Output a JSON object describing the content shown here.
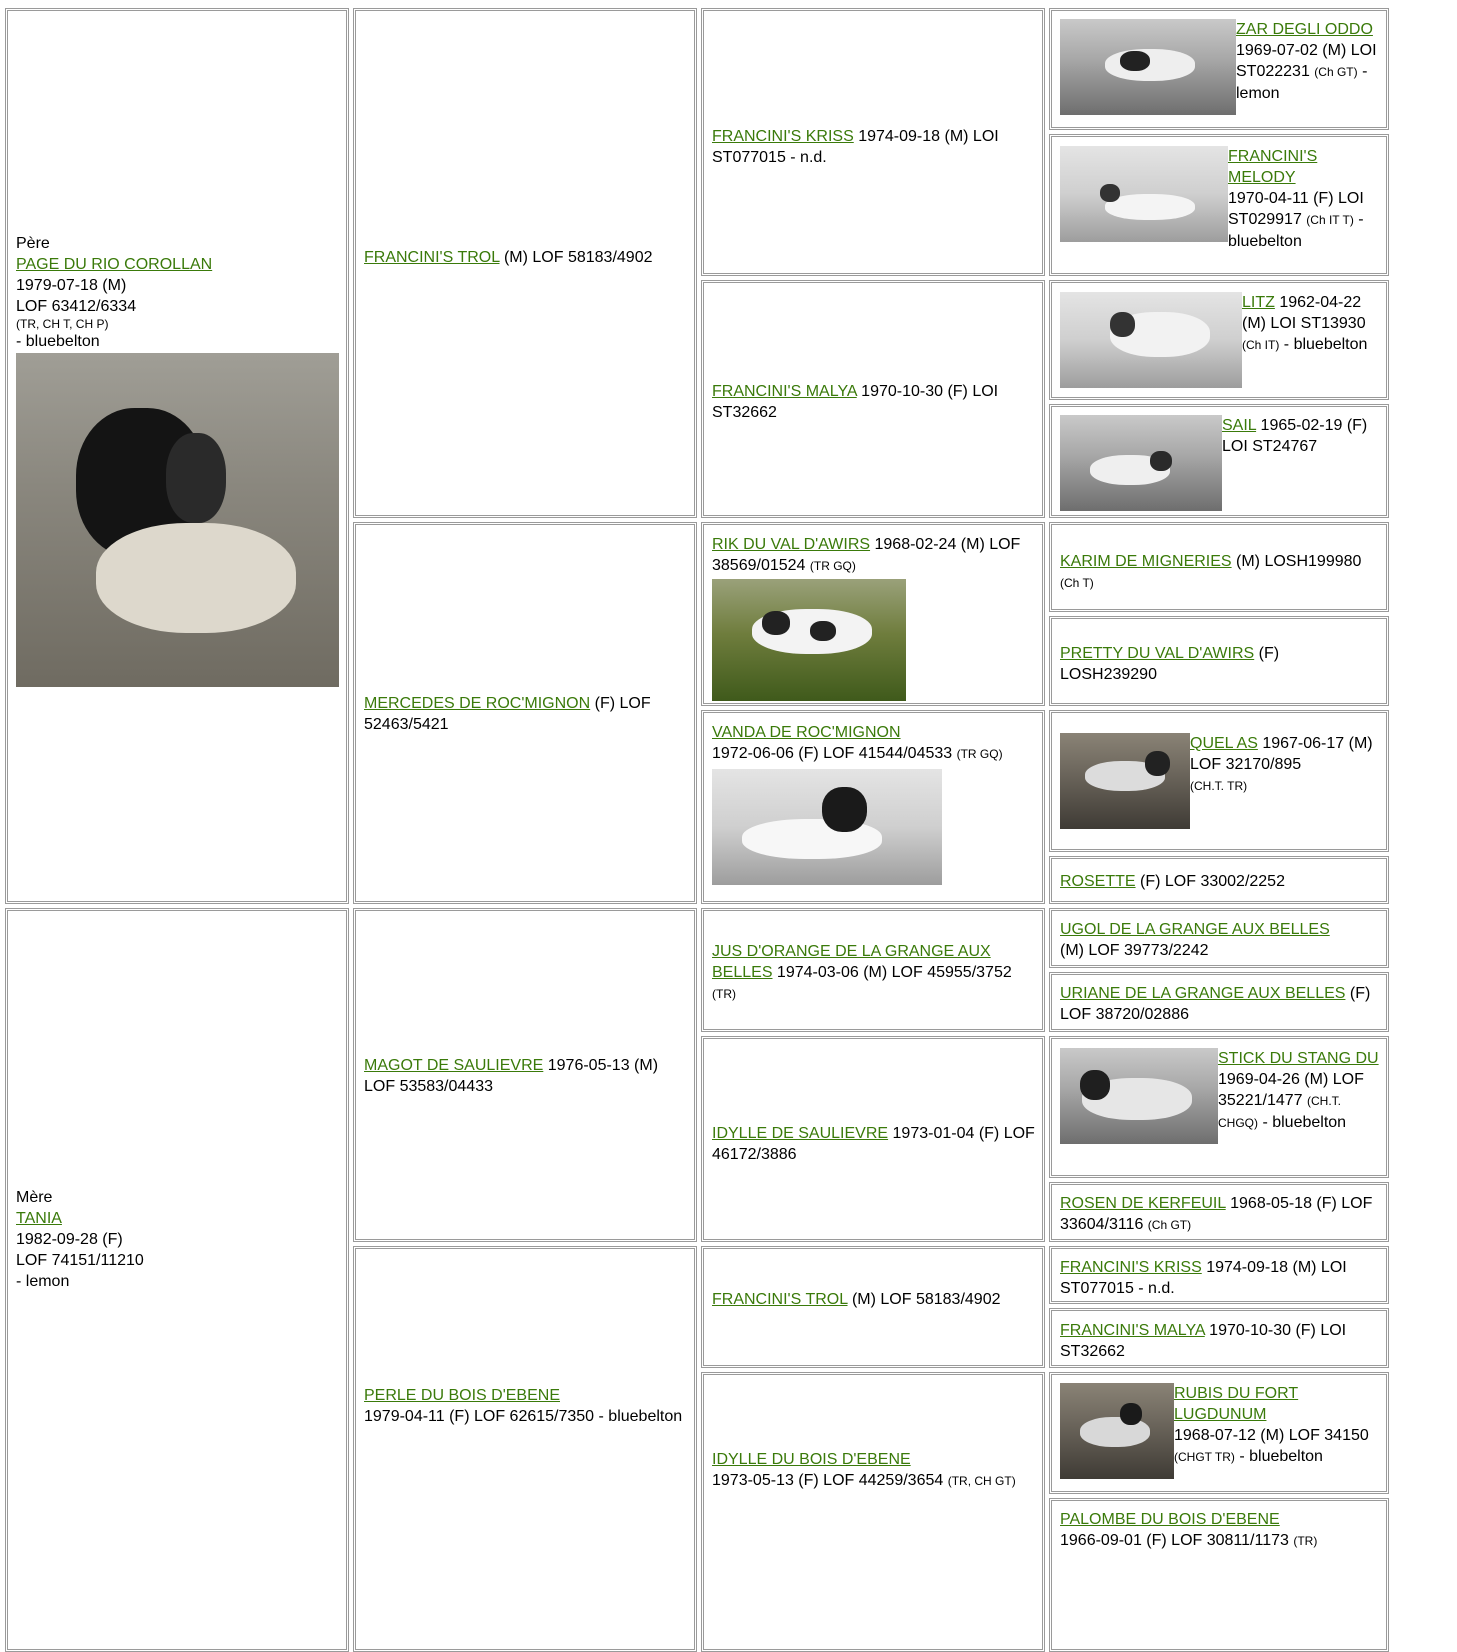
{
  "c1": {
    "role": "Père",
    "name": "PAGE DU RIO COROLLAN",
    "date": "1979-07-18 (M)",
    "reg": "LOF 63412/6334",
    "titles": "(TR, CH T, CH P)",
    "color": "- bluebelton"
  },
  "c2": {
    "name": "FRANCINI'S TROL",
    "info": " (M) LOF 58183/4902"
  },
  "c3": {
    "name": "FRANCINI'S KRISS",
    "info": " 1974-09-18 (M) LOI ST077015 - n.d."
  },
  "c4": {
    "name": "ZAR DEGLI ODDO",
    "info": "1969-07-02 (M) LOI ST022231 ",
    "titles": "(Ch GT)",
    "color": " - lemon"
  },
  "c5": {
    "name": "FRANCINI'S MELODY",
    "info": "1970-04-11 (F) LOI ST029917 ",
    "titles": "(Ch IT T)",
    "color": " - bluebelton"
  },
  "c6": {
    "name": "FRANCINI'S MALYA",
    "info": " 1970-10-30 (F) LOI ST32662"
  },
  "c7": {
    "name": "LITZ",
    "info": " 1962-04-22 (M) LOI ST13930 ",
    "titles": "(Ch IT)",
    "color": " - bluebelton"
  },
  "c8": {
    "name": "SAIL",
    "info": " 1965-02-19 (F) LOI ST24767"
  },
  "c9": {
    "name": "MERCEDES DE ROC'MIGNON",
    "info": " (F) LOF 52463/5421"
  },
  "c10": {
    "name": "RIK DU VAL D'AWIRS",
    "info": " 1968-02-24 (M) LOF 38569/01524 ",
    "titles": "(TR GQ)"
  },
  "c11": {
    "name": "KARIM DE MIGNERIES",
    "info": " (M) LOSH199980 ",
    "titles": "(Ch T)"
  },
  "c12": {
    "name": "PRETTY DU VAL D'AWIRS",
    "info": " (F) LOSH239290"
  },
  "c13": {
    "name": "VANDA DE ROC'MIGNON",
    "info": "1972-06-06 (F) LOF 41544/04533 ",
    "titles": "(TR GQ)"
  },
  "c14": {
    "name": "QUEL AS",
    "info": " 1967-06-17 (M) LOF 32170/895",
    "titles": "(CH.T. TR)"
  },
  "c15": {
    "name": "ROSETTE",
    "info": " (F) LOF 33002/2252"
  },
  "c16": {
    "role": "Mère",
    "name": "TANIA",
    "date": "1982-09-28 (F)",
    "reg": "LOF 74151/11210",
    "color": "- lemon"
  },
  "c17": {
    "name": "MAGOT DE SAULIEVRE",
    "info": " 1976-05-13 (M) LOF 53583/04433"
  },
  "c18": {
    "name": "JUS D'ORANGE DE LA GRANGE AUX BELLES",
    "info": " 1974-03-06 (M) LOF 45955/3752 ",
    "titles": "(TR)"
  },
  "c19": {
    "name": "UGOL DE LA GRANGE AUX BELLES",
    "info": "(M) LOF 39773/2242"
  },
  "c20": {
    "name": "URIANE DE LA GRANGE AUX BELLES",
    "info": " (F) LOF 38720/02886"
  },
  "c21": {
    "name": "IDYLLE DE SAULIEVRE",
    "info": " 1973-01-04 (F) LOF 46172/3886"
  },
  "c22": {
    "name": "STICK DU STANG DU",
    "info": " 1969-04-26 (M) LOF 35221/1477 ",
    "titles": "(CH.T. CHGQ)",
    "color": " - bluebelton"
  },
  "c23": {
    "name": "ROSEN DE KERFEUIL",
    "info": " 1968-05-18 (F) LOF 33604/3116 ",
    "titles": "(Ch GT)"
  },
  "c24": {
    "name": "PERLE DU BOIS D'EBENE",
    "info": "1979-04-11 (F) LOF 62615/7350 - bluebelton"
  },
  "c25": {
    "name": "FRANCINI'S TROL",
    "info": " (M) LOF 58183/4902"
  },
  "c26": {
    "name": "FRANCINI'S KRISS",
    "info": " 1974-09-18 (M) LOI ST077015 - n.d."
  },
  "c27": {
    "name": "FRANCINI'S MALYA",
    "info": " 1970-10-30 (F) LOI ST32662"
  },
  "c28": {
    "name": "IDYLLE DU BOIS D'EBENE",
    "info": "1973-05-13 (F) LOF 44259/3654 ",
    "titles": "(TR, CH GT)"
  },
  "c29": {
    "name": "RUBIS DU FORT LUGDUNUM",
    "info": "1968-07-12 (M) LOF 34150 ",
    "titles": "(CHGT TR)",
    "color": " - bluebelton"
  },
  "c30": {
    "name": "PALOMBE DU BOIS D'EBENE",
    "info": "1966-09-01 (F) LOF 30811/1173 ",
    "titles": "(TR)"
  }
}
